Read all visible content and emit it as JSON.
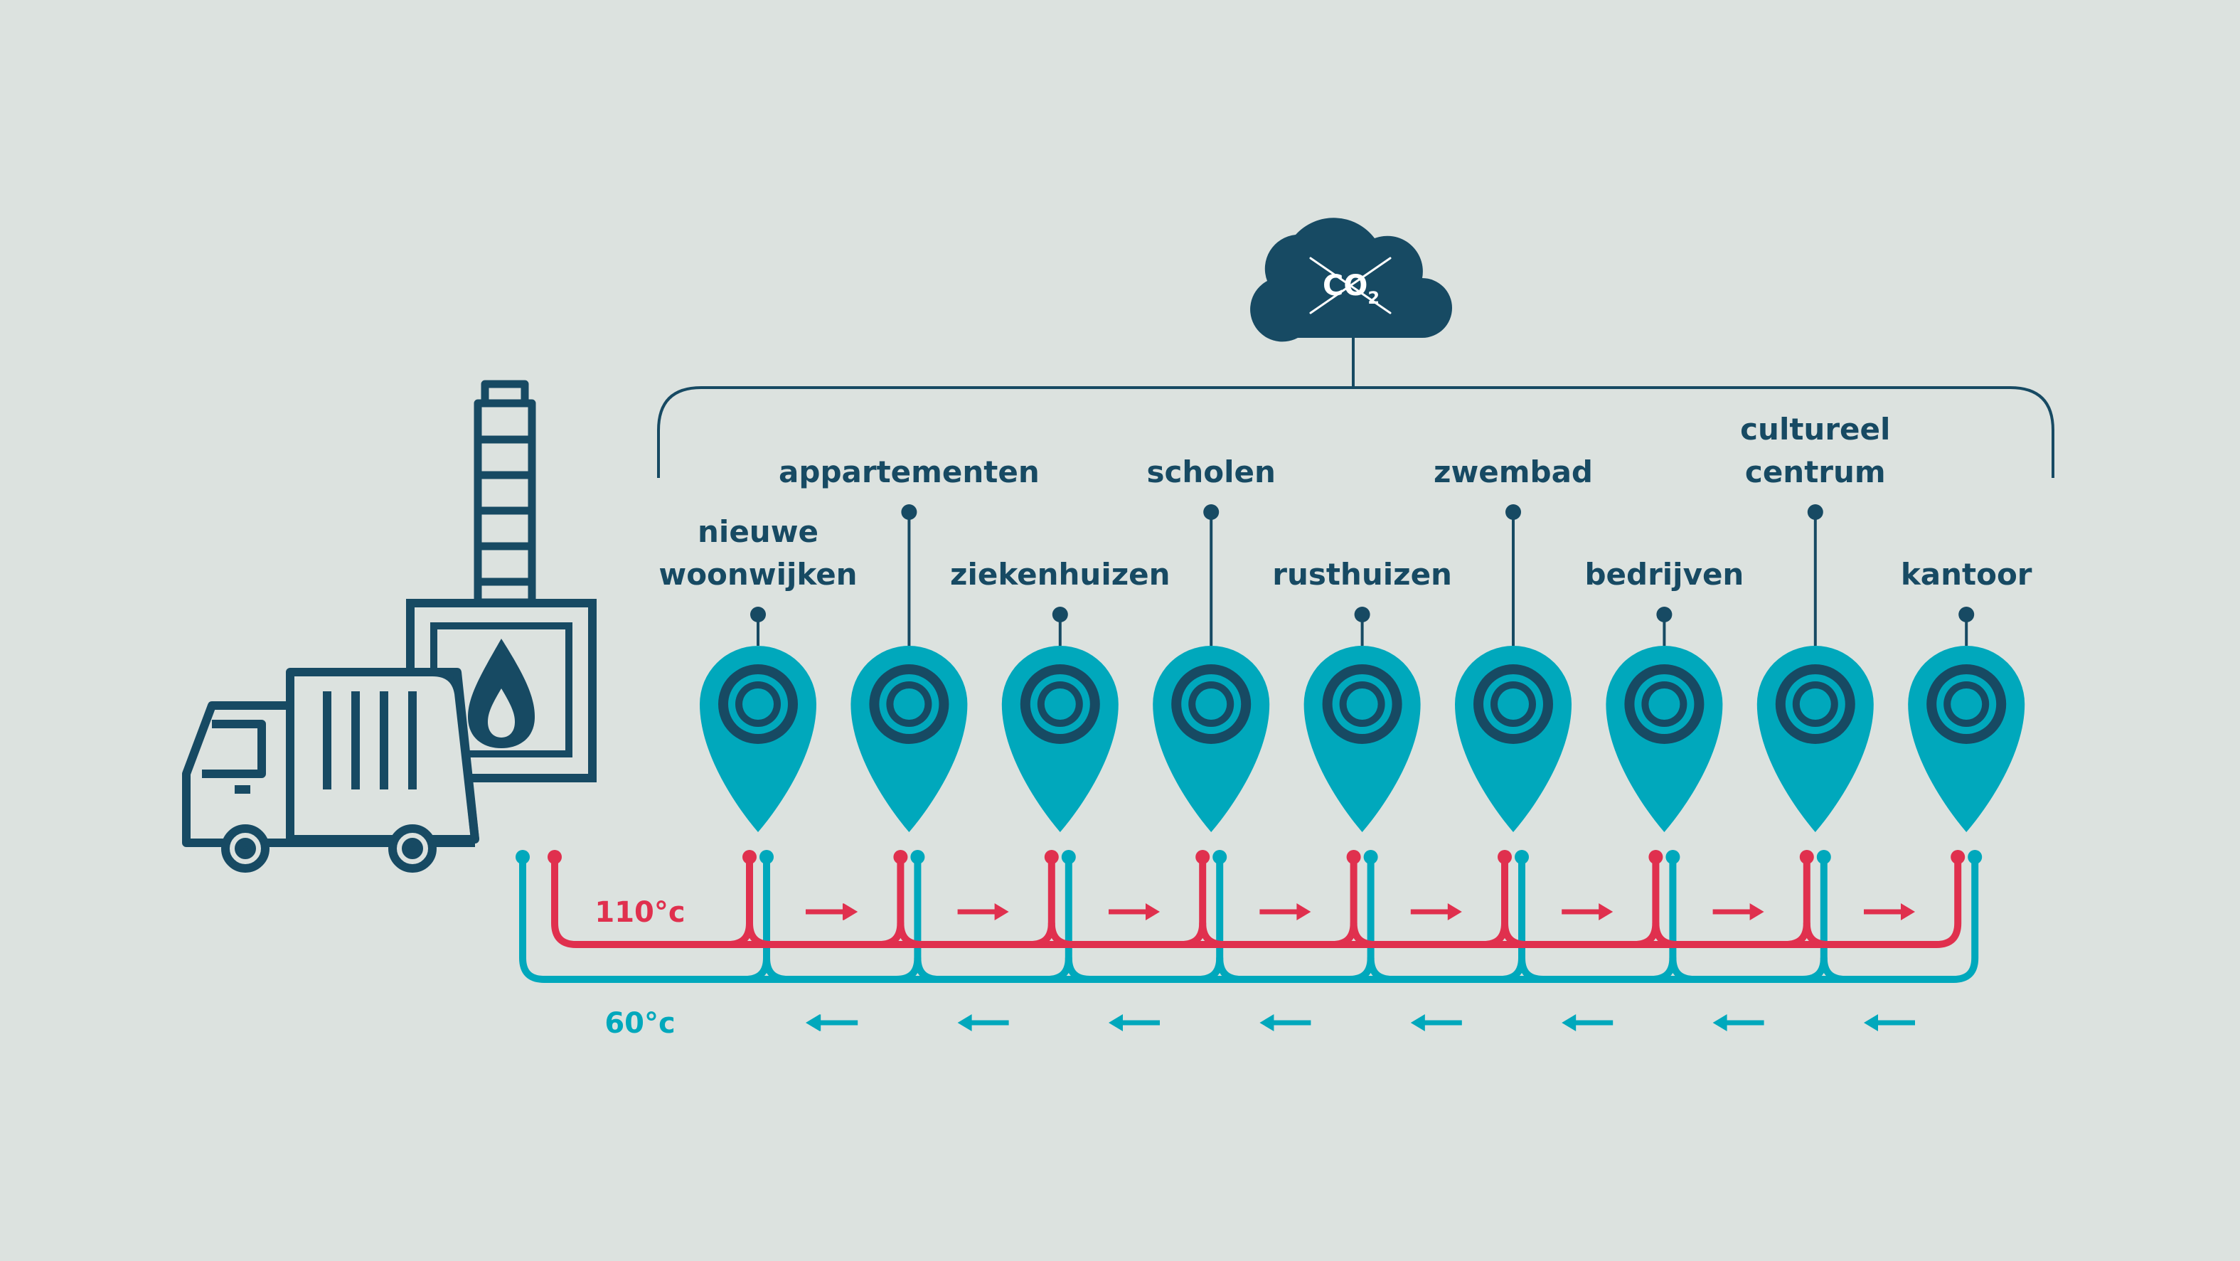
{
  "colors": {
    "background": "#dce2df",
    "navy": "#174a63",
    "teal": "#00a8bc",
    "red": "#e0304e",
    "white": "#ffffff"
  },
  "cloud": {
    "label": "CO",
    "subscript": "2",
    "crossed": true
  },
  "supply": {
    "label": "110°c"
  },
  "return": {
    "label": "60°c"
  },
  "source_icons": [
    "chimney-icon",
    "incinerator-flame-icon",
    "garbage-truck-icon"
  ],
  "consumers": [
    {
      "lines": [
        "nieuwe",
        "woonwijken"
      ],
      "icon": "location-pin-icon"
    },
    {
      "lines": [
        "appartementen"
      ],
      "icon": "location-pin-icon"
    },
    {
      "lines": [
        "ziekenhuizen"
      ],
      "icon": "location-pin-icon"
    },
    {
      "lines": [
        "scholen"
      ],
      "icon": "location-pin-icon"
    },
    {
      "lines": [
        "rusthuizen"
      ],
      "icon": "location-pin-icon"
    },
    {
      "lines": [
        "zwembad"
      ],
      "icon": "location-pin-icon"
    },
    {
      "lines": [
        "bedrijven"
      ],
      "icon": "location-pin-icon"
    },
    {
      "lines": [
        "cultureel",
        "centrum"
      ],
      "icon": "location-pin-icon"
    },
    {
      "lines": [
        "kantoor"
      ],
      "icon": "location-pin-icon"
    }
  ]
}
